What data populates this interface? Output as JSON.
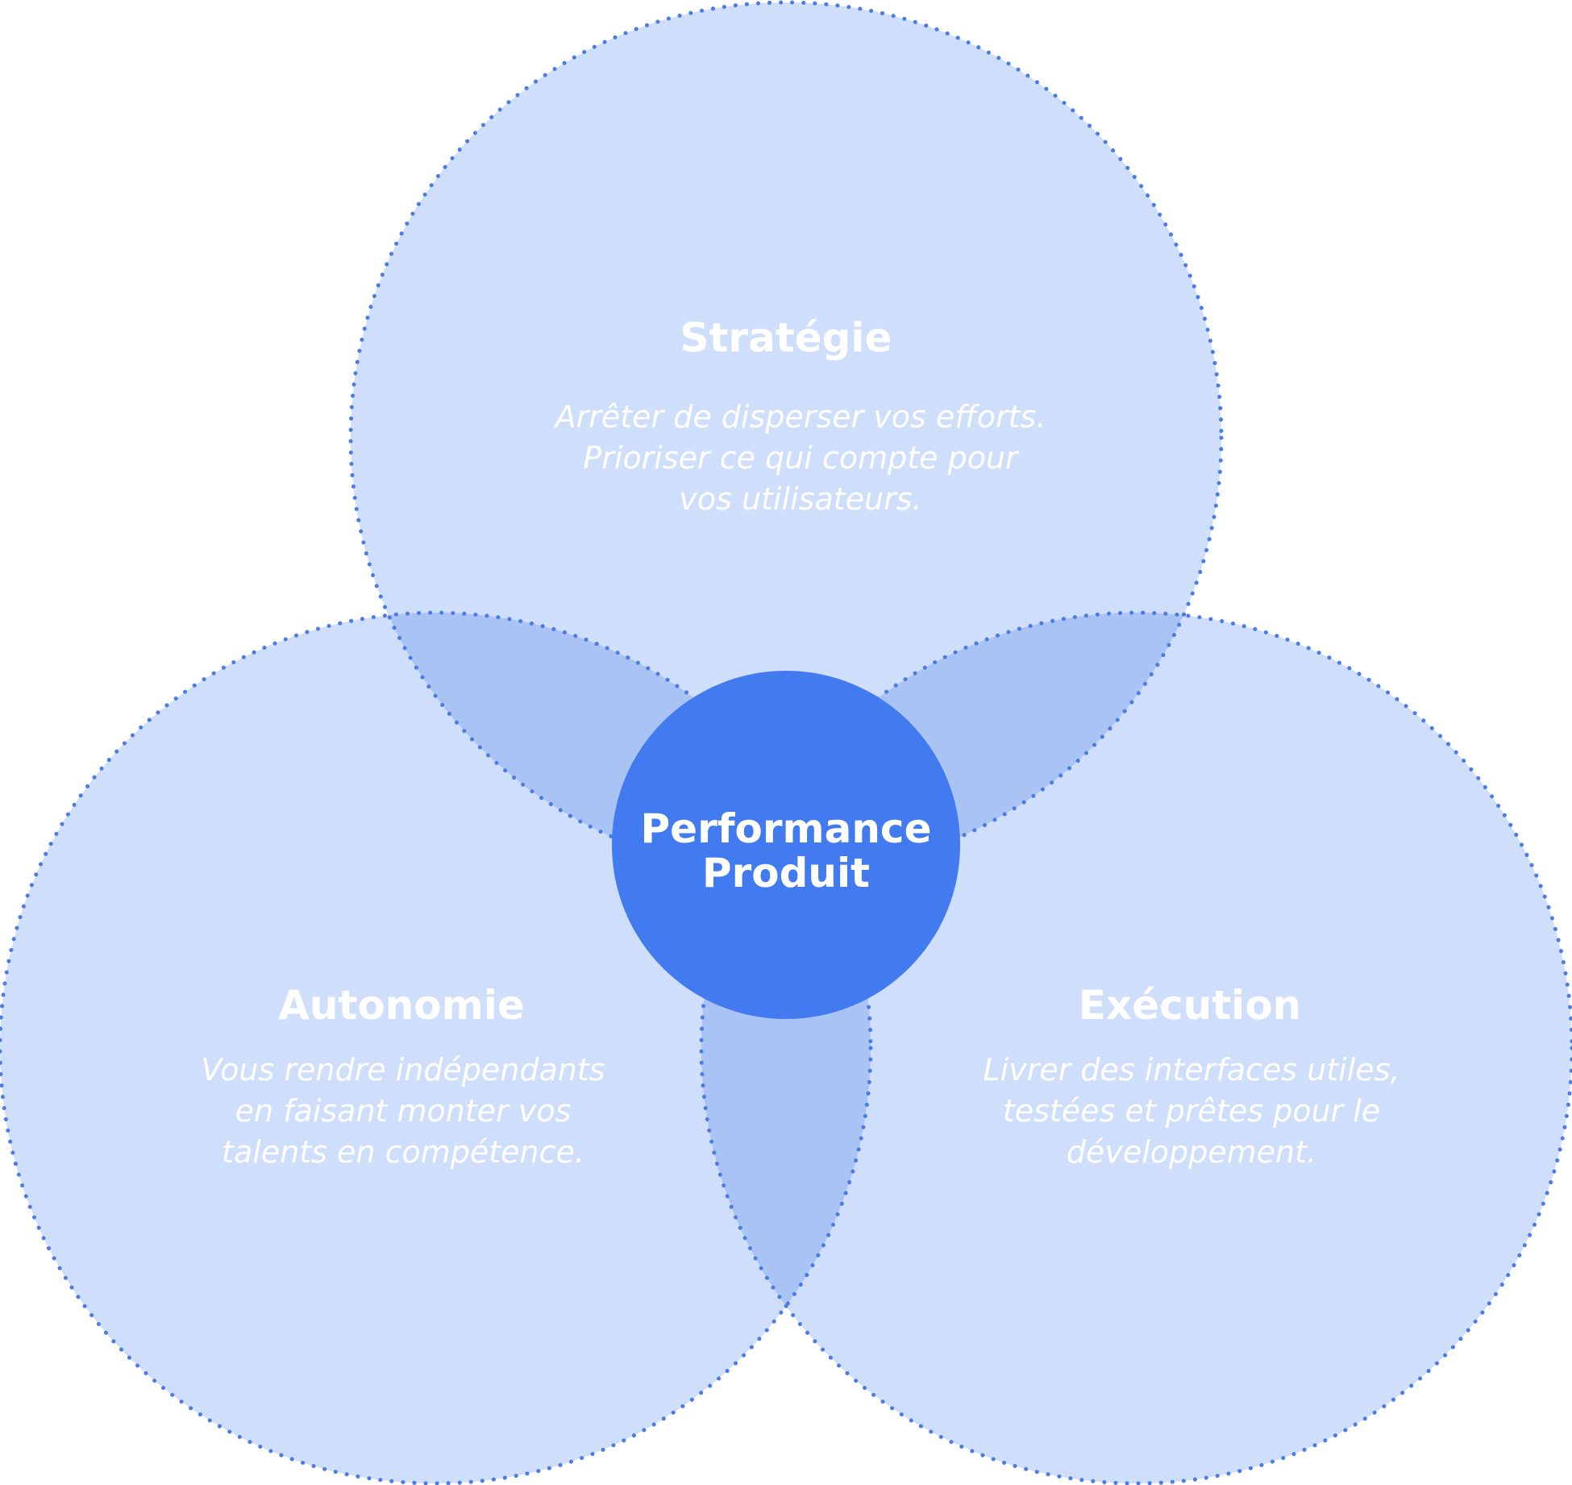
{
  "colors": {
    "circle_fill": "#cfdefa",
    "overlap_fill": "#a9c3f5",
    "dotted_stroke": "#4b7ce6",
    "center_fill": "#427af0",
    "text": "#ffffff"
  },
  "center": {
    "line1": "Performance",
    "line2": "Produit"
  },
  "strategie": {
    "title": "Stratégie",
    "lines": [
      "Arrêter de disperser vos efforts.",
      "Prioriser ce qui compte pour",
      "vos utilisateurs."
    ]
  },
  "autonomie": {
    "title": "Autonomie",
    "lines": [
      "Vous rendre indépendants",
      "en faisant monter vos",
      "talents en compétence."
    ]
  },
  "execution": {
    "title": "Exécution",
    "lines": [
      "Livrer des interfaces utiles,",
      "testées et prêtes pour le",
      "développement."
    ]
  }
}
